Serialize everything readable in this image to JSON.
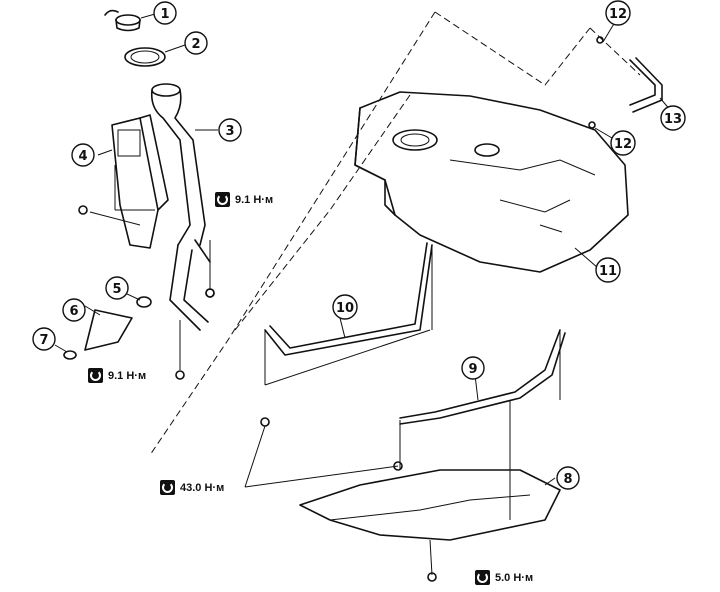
{
  "callouts": [
    {
      "id": "callout-1",
      "label": "1"
    },
    {
      "id": "callout-2",
      "label": "2"
    },
    {
      "id": "callout-3",
      "label": "3"
    },
    {
      "id": "callout-4",
      "label": "4"
    },
    {
      "id": "callout-5",
      "label": "5"
    },
    {
      "id": "callout-6",
      "label": "6"
    },
    {
      "id": "callout-7",
      "label": "7"
    },
    {
      "id": "callout-8",
      "label": "8"
    },
    {
      "id": "callout-9",
      "label": "9"
    },
    {
      "id": "callout-10",
      "label": "10"
    },
    {
      "id": "callout-11",
      "label": "11"
    },
    {
      "id": "callout-12a",
      "label": "12"
    },
    {
      "id": "callout-12b",
      "label": "12"
    },
    {
      "id": "callout-13",
      "label": "13"
    }
  ],
  "torque": {
    "filler_bolt": "9.1 Н·м",
    "hose_clamp": "9.1 Н·м",
    "band_bolt": "43.0 Н·м",
    "protector_bolt": "5.0 Н·м"
  }
}
